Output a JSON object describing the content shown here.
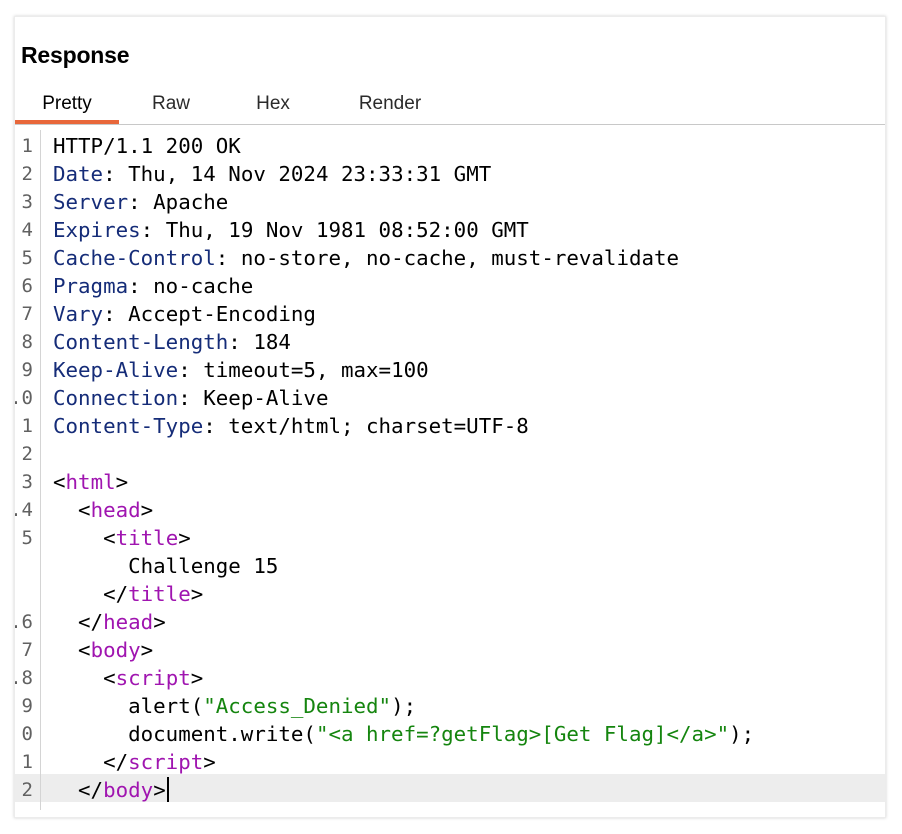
{
  "panel": {
    "title": "Response"
  },
  "tabs": [
    {
      "label": "Pretty",
      "active": true
    },
    {
      "label": "Raw",
      "active": false
    },
    {
      "label": "Hex",
      "active": false
    },
    {
      "label": "Render",
      "active": false
    }
  ],
  "gutter": [
    "1",
    "2",
    "3",
    "4",
    "5",
    "6",
    "7",
    "8",
    "9",
    ".0",
    "1",
    "2",
    "3",
    ".4",
    "5",
    "",
    "",
    ".6",
    "7",
    ".8",
    "9",
    "0",
    "1",
    "2"
  ],
  "lines": [
    {
      "text": "HTTP/1.1 200 OK"
    },
    {
      "key": "Date",
      "value": ": Thu, 14 Nov 2024 23:33:31 GMT"
    },
    {
      "key": "Server",
      "value": ": Apache"
    },
    {
      "key": "Expires",
      "value": ": Thu, 19 Nov 1981 08:52:00 GMT"
    },
    {
      "key": "Cache-Control",
      "value": ": no-store, no-cache, must-revalidate"
    },
    {
      "key": "Pragma",
      "value": ": no-cache"
    },
    {
      "key": "Vary",
      "value": ": Accept-Encoding"
    },
    {
      "key": "Content-Length",
      "value": ": 184"
    },
    {
      "key": "Keep-Alive",
      "value": ": timeout=5, max=100"
    },
    {
      "key": "Connection",
      "value": ": Keep-Alive"
    },
    {
      "key": "Content-Type",
      "value": ": text/html; charset=UTF-8"
    },
    {
      "text": ""
    },
    {
      "open": "<",
      "tag": "html",
      "close": ">"
    },
    {
      "indent": "  ",
      "open": "<",
      "tag": "head",
      "close": ">"
    },
    {
      "indent": "    ",
      "open": "<",
      "tag": "title",
      "close": ">"
    },
    {
      "text": "      Challenge 15"
    },
    {
      "indent": "    ",
      "open": "</",
      "tag": "title",
      "close": ">"
    },
    {
      "indent": "  ",
      "open": "</",
      "tag": "head",
      "close": ">"
    },
    {
      "indent": "  ",
      "open": "<",
      "tag": "body",
      "close": ">"
    },
    {
      "indent": "    ",
      "open": "<",
      "tag": "script",
      "close": ">"
    },
    {
      "js_pre": "      alert(",
      "js_str": "\"Access_Denied\"",
      "js_post": ");"
    },
    {
      "js_pre": "      document.write(",
      "js_str": "\"<a href=?getFlag>[Get Flag]</a>\"",
      "js_post": ");"
    },
    {
      "indent": "    ",
      "open": "</",
      "tag": "script",
      "close": ">"
    },
    {
      "indent": "  ",
      "open": "</",
      "tag": "body",
      "close": ">",
      "cursor": true
    }
  ],
  "colors": {
    "header_key": "#152c78",
    "tag": "#a015b0",
    "string": "#15850f",
    "tab_active_underline": "#e8673a"
  }
}
